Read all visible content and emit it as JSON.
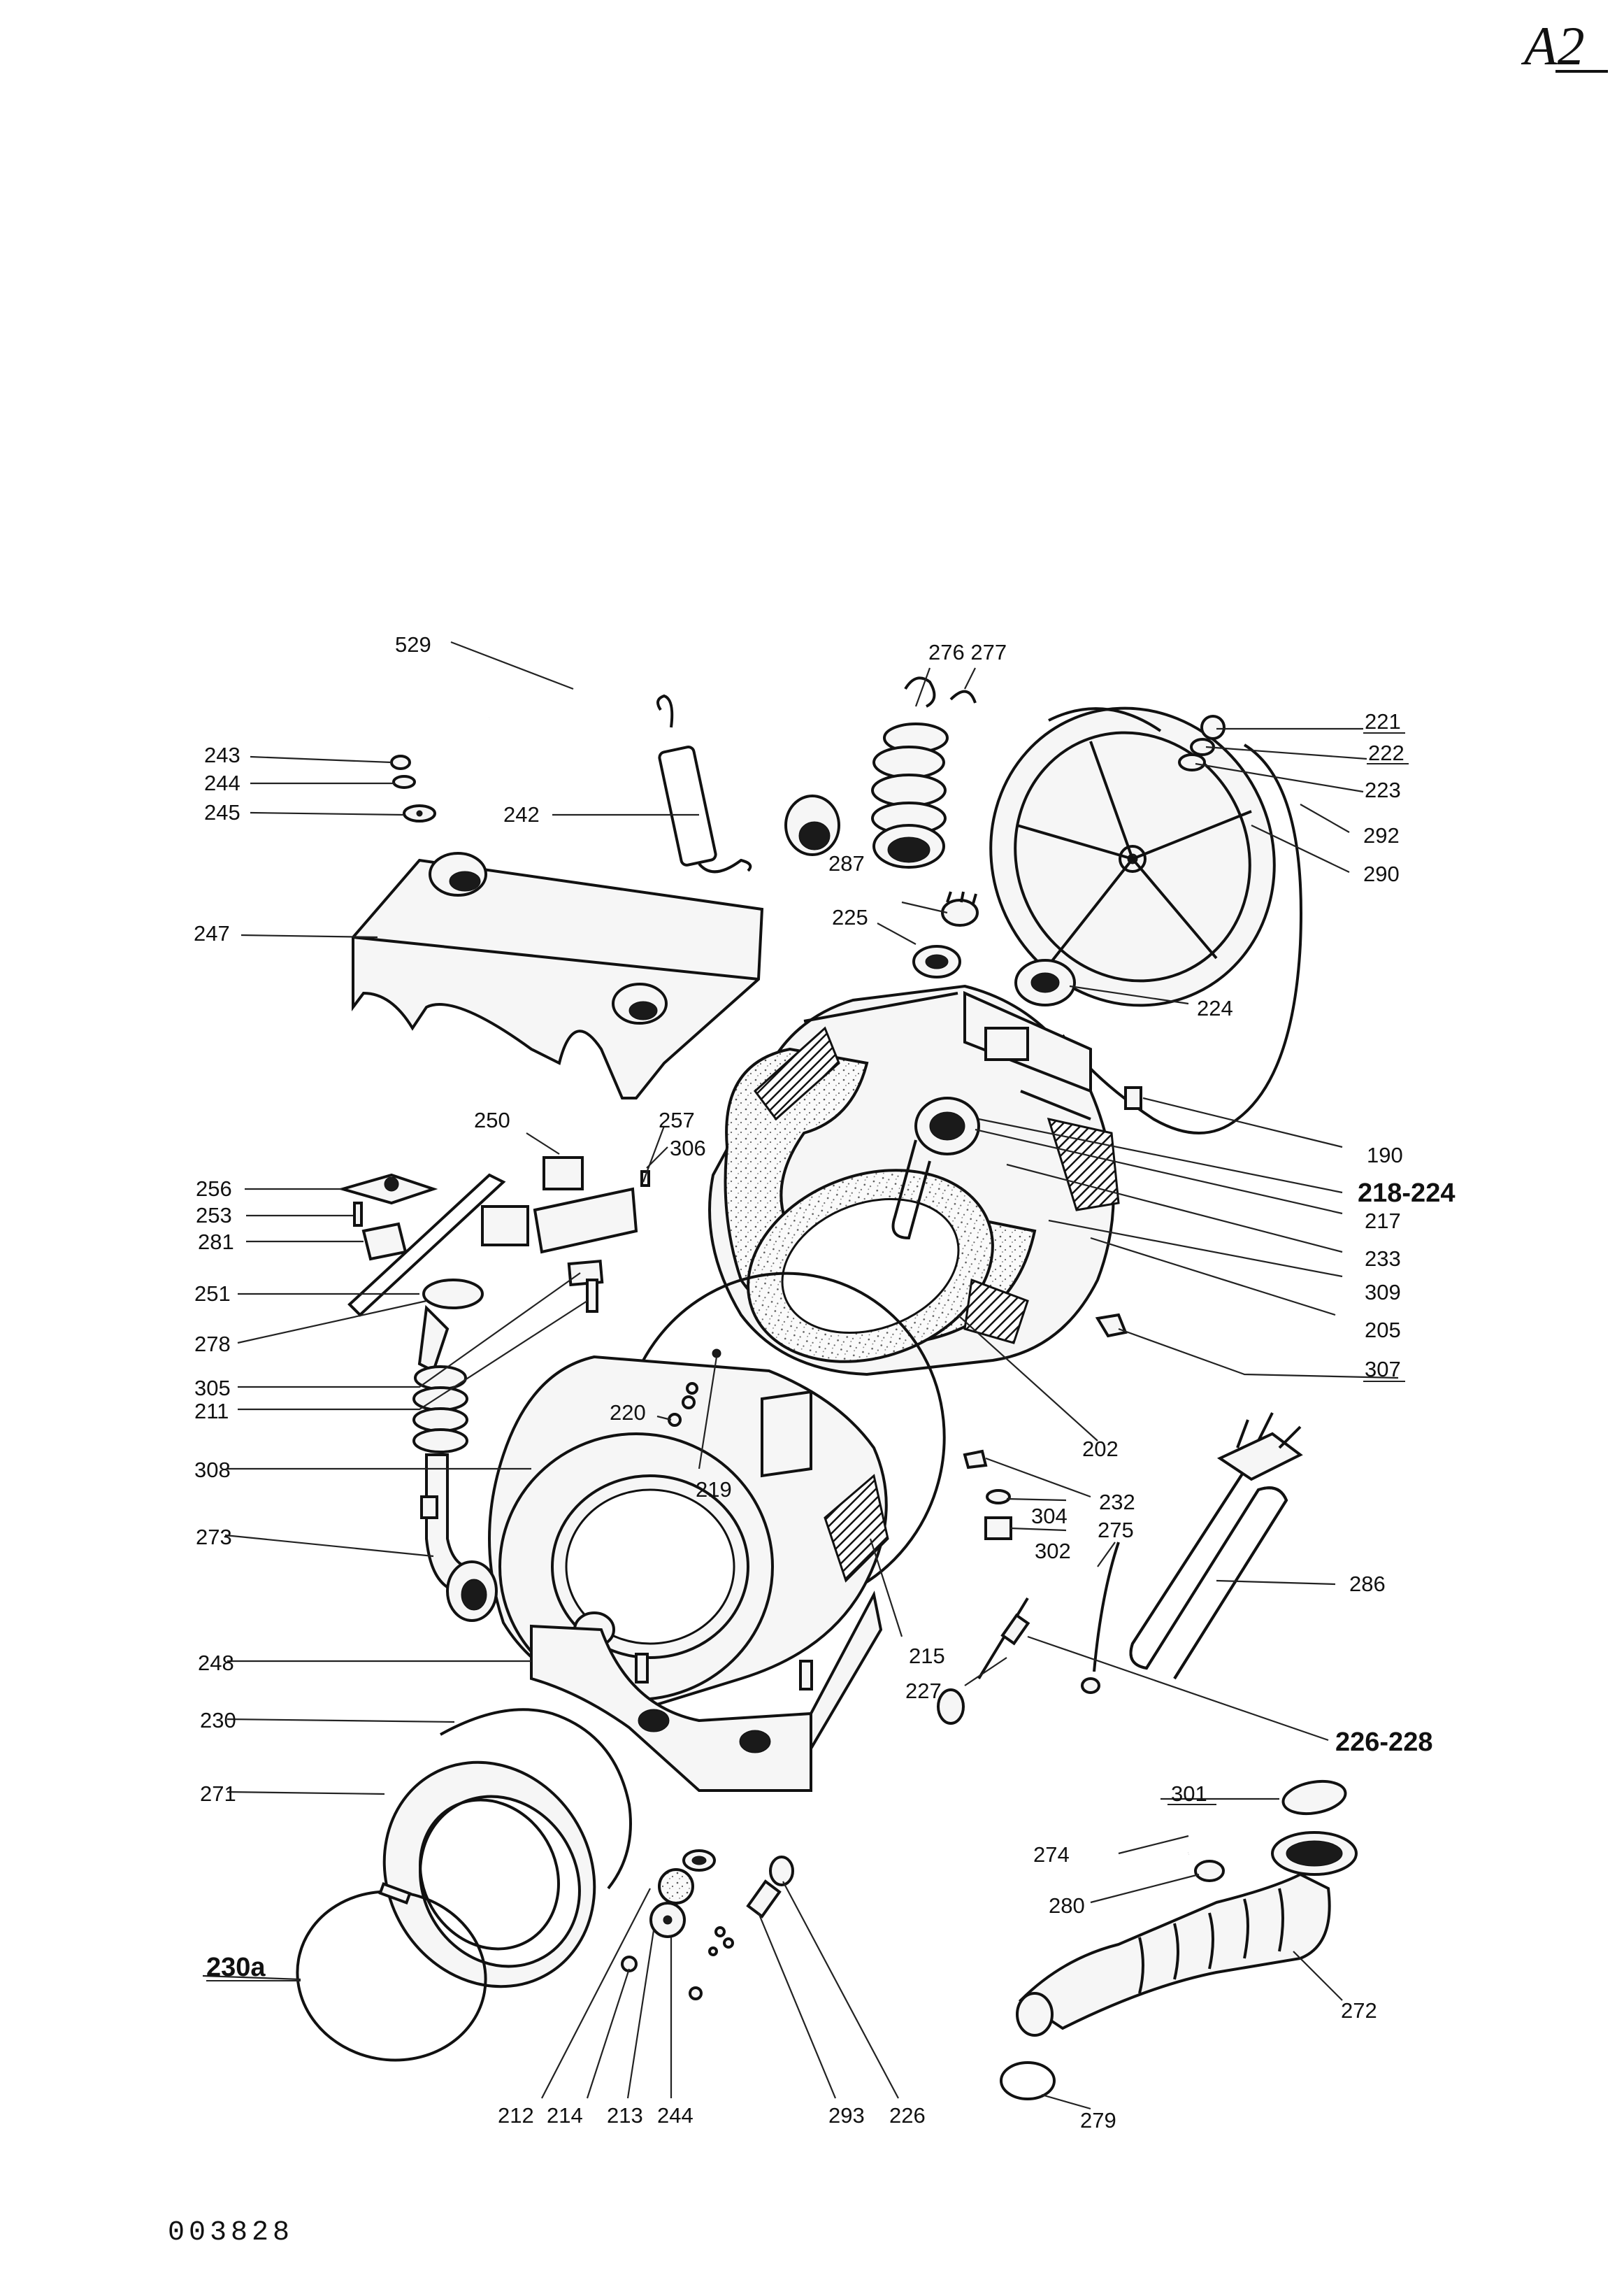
{
  "sheet": {
    "code": "A2",
    "document_number": "003828"
  },
  "labels": [
    {
      "id": "529",
      "text": "529"
    },
    {
      "id": "276-277",
      "text": "276 277"
    },
    {
      "id": "221",
      "text": "221"
    },
    {
      "id": "222",
      "text": "222"
    },
    {
      "id": "223",
      "text": "223"
    },
    {
      "id": "292",
      "text": "292"
    },
    {
      "id": "290",
      "text": "290"
    },
    {
      "id": "243",
      "text": "243"
    },
    {
      "id": "244-top",
      "text": "244"
    },
    {
      "id": "245",
      "text": "245"
    },
    {
      "id": "242",
      "text": "242"
    },
    {
      "id": "287",
      "text": "287"
    },
    {
      "id": "225",
      "text": "225"
    },
    {
      "id": "224",
      "text": "224"
    },
    {
      "id": "247",
      "text": "247"
    },
    {
      "id": "190",
      "text": "190"
    },
    {
      "id": "250",
      "text": "250"
    },
    {
      "id": "257",
      "text": "257"
    },
    {
      "id": "306",
      "text": "306"
    },
    {
      "id": "218-224",
      "text": "218-224"
    },
    {
      "id": "256",
      "text": "256"
    },
    {
      "id": "253",
      "text": "253"
    },
    {
      "id": "217",
      "text": "217"
    },
    {
      "id": "281",
      "text": "281"
    },
    {
      "id": "233",
      "text": "233"
    },
    {
      "id": "309",
      "text": "309"
    },
    {
      "id": "251",
      "text": "251"
    },
    {
      "id": "205",
      "text": "205"
    },
    {
      "id": "278",
      "text": "278"
    },
    {
      "id": "307",
      "text": "307"
    },
    {
      "id": "305",
      "text": "305"
    },
    {
      "id": "211",
      "text": "211"
    },
    {
      "id": "220",
      "text": "220"
    },
    {
      "id": "202",
      "text": "202"
    },
    {
      "id": "308",
      "text": "308"
    },
    {
      "id": "219",
      "text": "219"
    },
    {
      "id": "232",
      "text": "232"
    },
    {
      "id": "304",
      "text": "304"
    },
    {
      "id": "273",
      "text": "273"
    },
    {
      "id": "302",
      "text": "302"
    },
    {
      "id": "275",
      "text": "275"
    },
    {
      "id": "286",
      "text": "286"
    },
    {
      "id": "215",
      "text": "215"
    },
    {
      "id": "248",
      "text": "248"
    },
    {
      "id": "227",
      "text": "227"
    },
    {
      "id": "226-228",
      "text": "226-228"
    },
    {
      "id": "230",
      "text": "230"
    },
    {
      "id": "271",
      "text": "271"
    },
    {
      "id": "301",
      "text": "301"
    },
    {
      "id": "274",
      "text": "274"
    },
    {
      "id": "280",
      "text": "280"
    },
    {
      "id": "230a",
      "text": "230a"
    },
    {
      "id": "272",
      "text": "272"
    },
    {
      "id": "212",
      "text": "212"
    },
    {
      "id": "214",
      "text": "214"
    },
    {
      "id": "213",
      "text": "213"
    },
    {
      "id": "244-bottom",
      "text": "244"
    },
    {
      "id": "293",
      "text": "293"
    },
    {
      "id": "226-bottom",
      "text": "226"
    },
    {
      "id": "279",
      "text": "279"
    }
  ]
}
